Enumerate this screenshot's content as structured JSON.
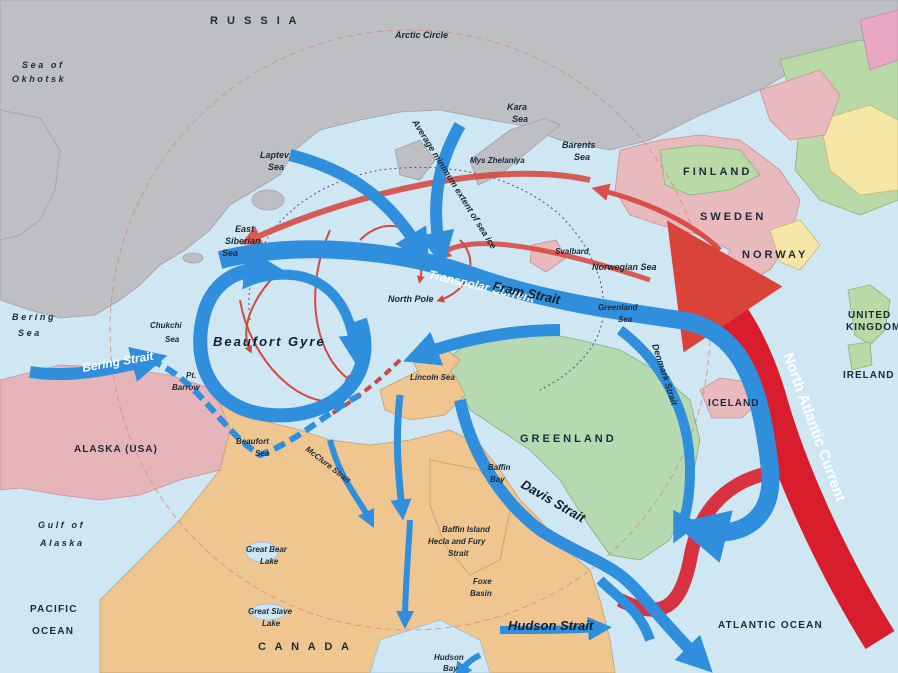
{
  "map": {
    "colors": {
      "ocean": "#cfe6f3",
      "land_gray": "#bdbfc2",
      "canada": "#efc590",
      "greenland": "#b5d9b1",
      "alaska": "#e6b5b9",
      "scandinavia": "#e8b9bd",
      "europe_green": "#b9d9a6",
      "europe_yellow": "#f6e7a6",
      "warm_current": "#d9433a",
      "cold_current": "#2f8fdc"
    },
    "labels": {
      "russia": "R U S S I A",
      "arctic_circle": "Arctic Circle",
      "sea_of_okhotsk_1": "Sea of",
      "sea_of_okhotsk_2": "Okhotsk",
      "kara_1": "Kara",
      "kara_2": "Sea",
      "barents_1": "Barents",
      "barents_2": "Sea",
      "laptev_1": "Laptev",
      "laptev_2": "Sea",
      "mys_zhelaniya": "Mys Zhelaniya",
      "sea_ice_extent": "Average minimum extent of sea ice",
      "finland": "FINLAND",
      "sweden": "SWEDEN",
      "norway": "NORWAY",
      "east_siberian_1": "East",
      "east_siberian_2": "Siberian",
      "east_siberian_3": "Sea",
      "svalbard": "Svalbard",
      "norwegian_sea": "Norwegian Sea",
      "transpolar_current": "Transpolar Current",
      "fram_strait": "Fram Strait",
      "north_pole": "North Pole",
      "greenland_sea_1": "Greenland",
      "greenland_sea_2": "Sea",
      "bering_sea_1": "Bering",
      "bering_sea_2": "Sea",
      "chukchi_1": "Chukchi",
      "chukchi_2": "Sea",
      "beaufort_gyre": "Beaufort Gyre",
      "united_kingdom_1": "UNITED",
      "united_kingdom_2": "KINGDOM",
      "ireland": "IRELAND",
      "bering_strait": "Bering Strait",
      "lincoln_sea": "Lincoln Sea",
      "denmark_strait": "Denmark Strait",
      "pt_barrow_1": "Pt.",
      "pt_barrow_2": "Barrow",
      "iceland": "ICELAND",
      "north_atlantic_current": "North Atlantic Current",
      "alaska": "ALASKA (USA)",
      "beaufort_sea_1": "Beaufort",
      "beaufort_sea_2": "Sea",
      "mcclure_strait": "McClure Strait",
      "greenland": "GREENLAND",
      "baffin_bay_1": "Baffin",
      "baffin_bay_2": "Bay",
      "davis_strait": "Davis Strait",
      "gulf_of_alaska_1": "Gulf of",
      "gulf_of_alaska_2": "Alaska",
      "baffin_island": "Baffin Island",
      "hecla_fury_1": "Hecla and Fury",
      "hecla_fury_2": "Strait",
      "great_bear_lake_1": "Great Bear",
      "great_bear_lake_2": "Lake",
      "foxe_basin_1": "Foxe",
      "foxe_basin_2": "Basin",
      "pacific_ocean_1": "PACIFIC",
      "pacific_ocean_2": "OCEAN",
      "great_slave_lake_1": "Great Slave",
      "great_slave_lake_2": "Lake",
      "hudson_strait": "Hudson Strait",
      "atlantic_ocean": "ATLANTIC OCEAN",
      "canada": "C A N A D A",
      "hudson_bay_1": "Hudson",
      "hudson_bay_2": "Bay"
    }
  }
}
